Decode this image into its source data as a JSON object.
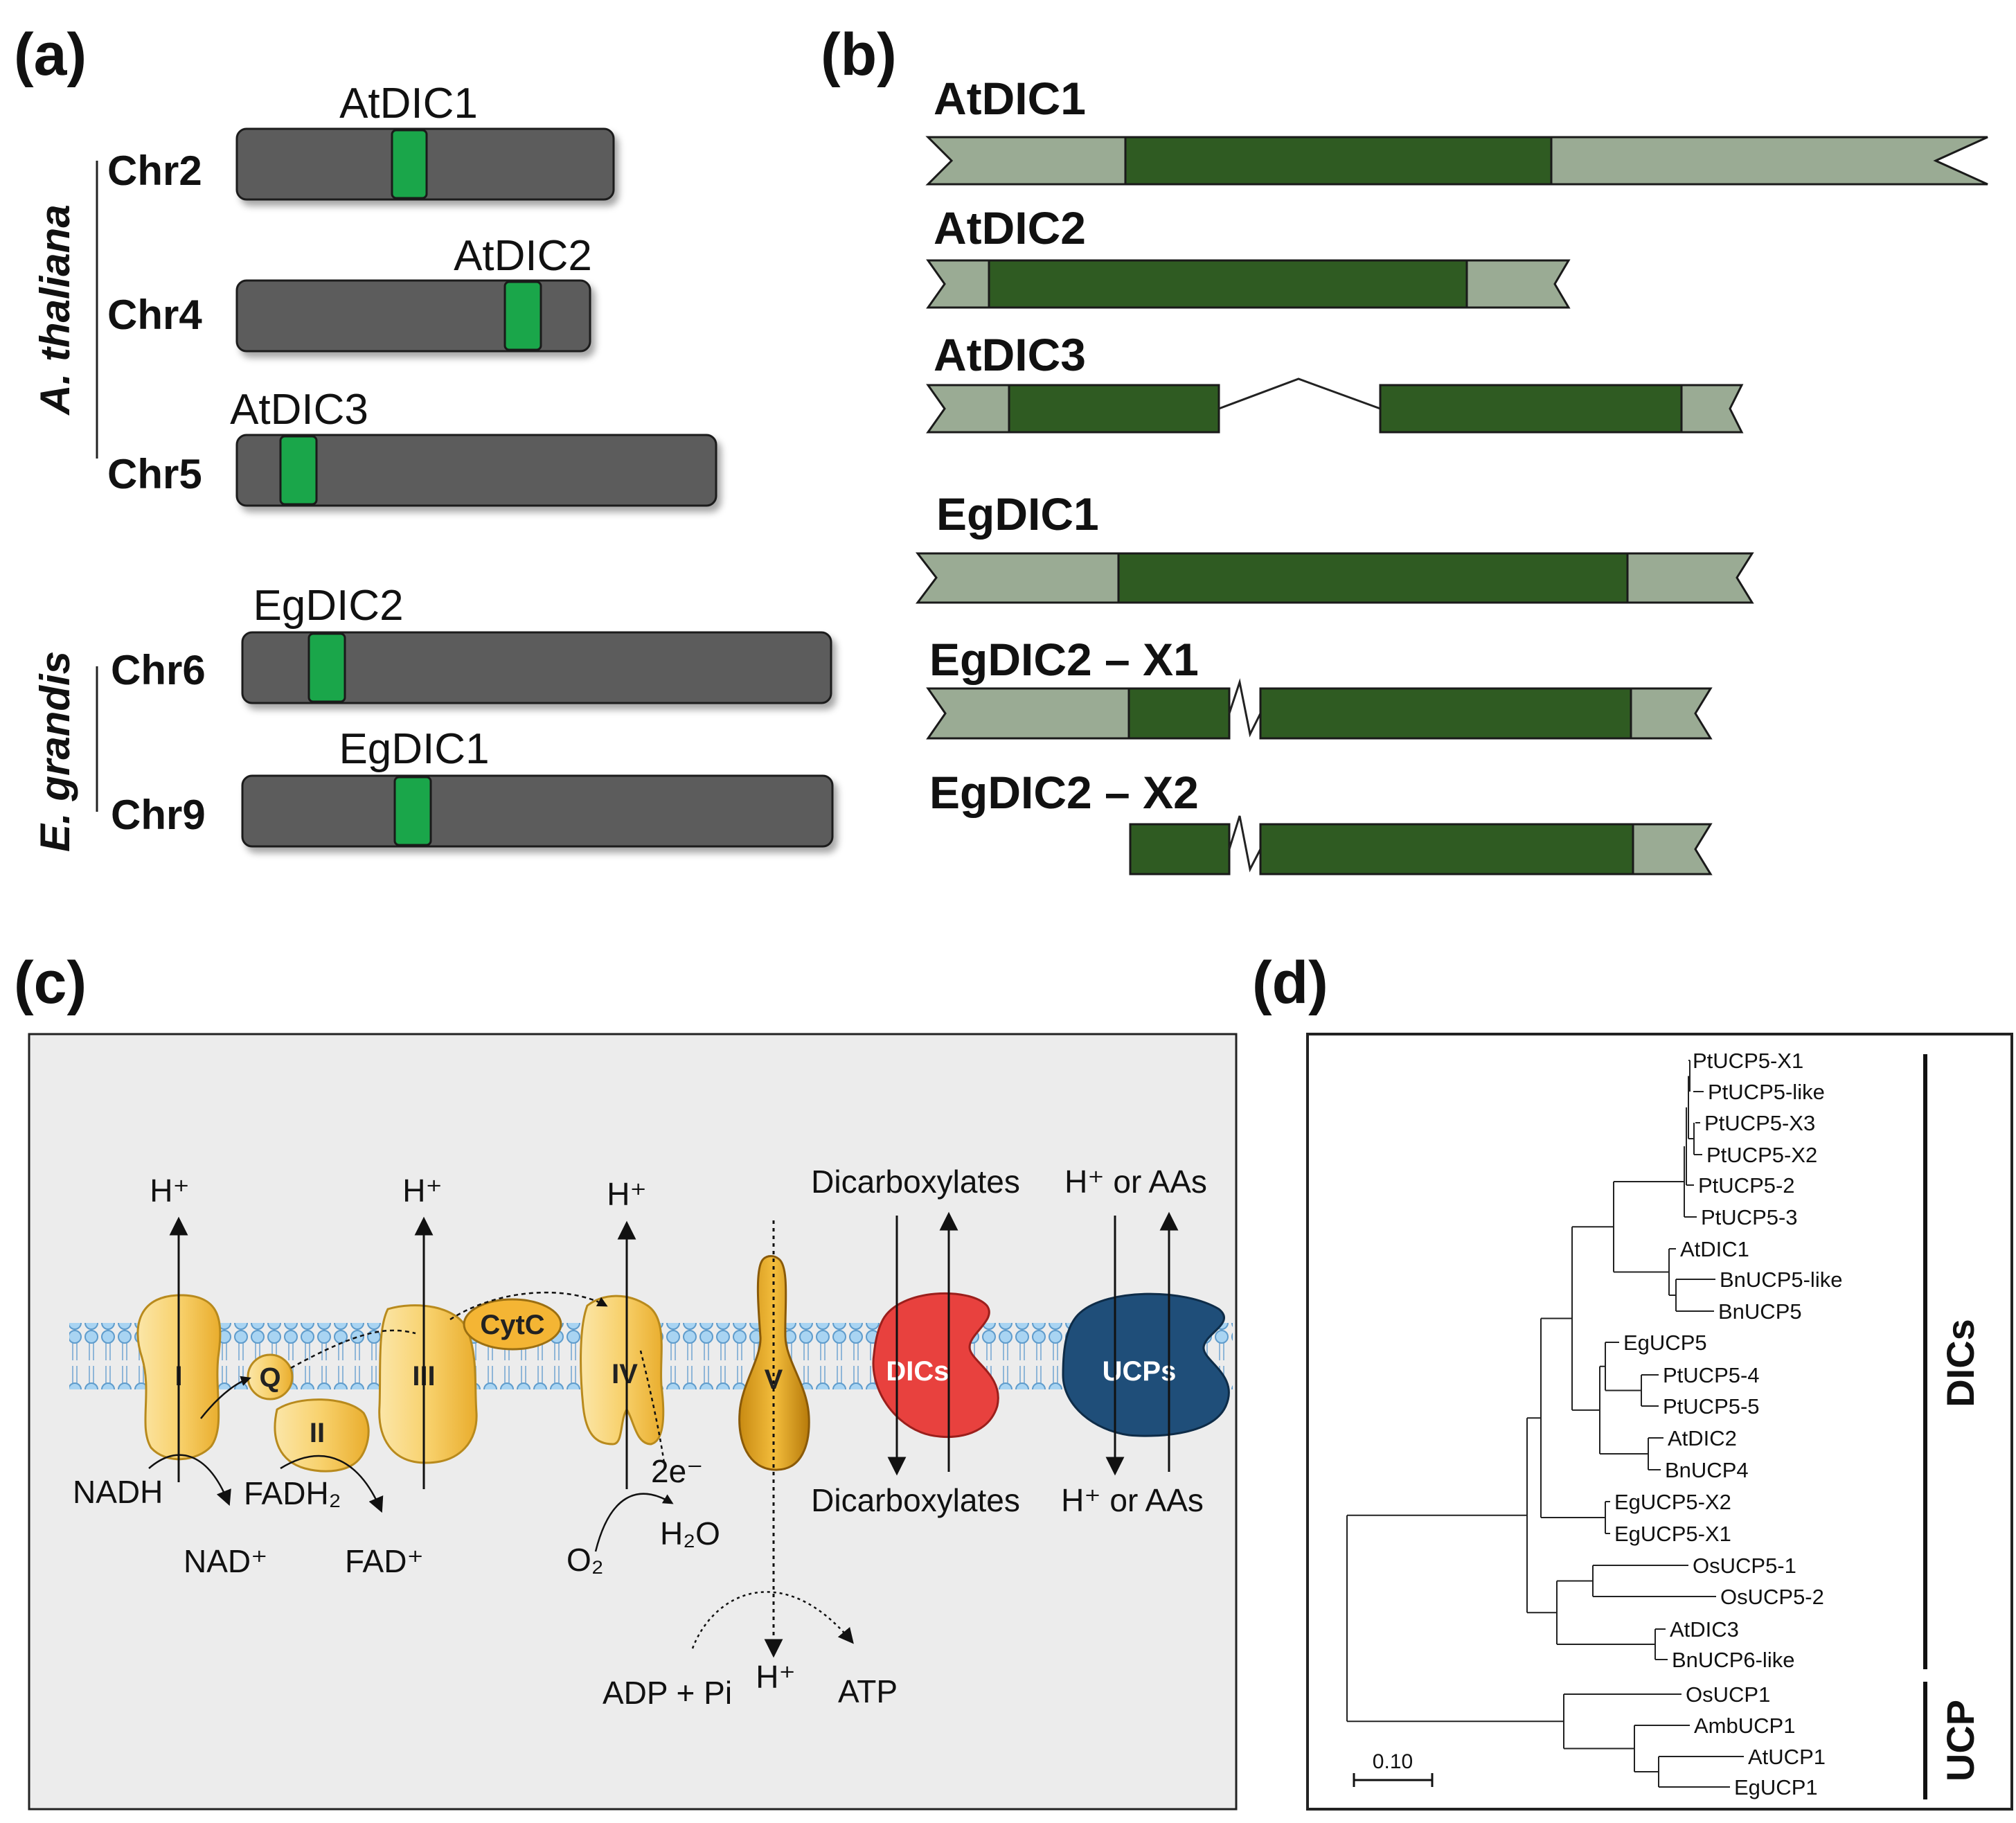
{
  "panels": {
    "a": "(a)",
    "b": "(b)",
    "c": "(c)",
    "d": "(d)"
  },
  "panel_a": {
    "species": [
      "A. thaliana",
      "E. grandis"
    ],
    "chromosomes": [
      {
        "chr": "Chr2",
        "gene": "AtDIC1"
      },
      {
        "chr": "Chr4",
        "gene": "AtDIC2"
      },
      {
        "chr": "Chr5",
        "gene": "AtDIC3"
      },
      {
        "chr": "Chr6",
        "gene": "EgDIC2"
      },
      {
        "chr": "Chr9",
        "gene": "EgDIC1"
      }
    ],
    "colors": {
      "chromosome": "#5a5a5a",
      "gene": "#1aa64a"
    }
  },
  "panel_b": {
    "transcripts": [
      "AtDIC1",
      "AtDIC2",
      "AtDIC3",
      "EgDIC1",
      "EgDIC2 – X1",
      "EgDIC2 – X2"
    ],
    "colors": {
      "utr": "#9aab94",
      "cds": "#2f5b22"
    }
  },
  "panel_c": {
    "complexes": [
      "I",
      "II",
      "III",
      "IV",
      "V"
    ],
    "carriers": {
      "q": "Q",
      "cytc": "CytC",
      "dics": "DICs",
      "ucps": "UCPs"
    },
    "proton": "H⁺",
    "h_labels": [
      "H⁺",
      "H⁺",
      "H⁺",
      "H⁺"
    ],
    "substrates": {
      "nadh": "NADH",
      "nad": "NAD⁺",
      "fadh2": "FADH₂",
      "fad": "FAD⁺",
      "o2": "O₂",
      "h2o": "H₂O",
      "e2": "2e⁻",
      "adp": "ADP + Pi",
      "atp": "ATP",
      "dic_top": "Dicarboxylates",
      "dic_bottom": "Dicarboxylates",
      "ucp_top": "H⁺ or AAs",
      "ucp_bottom": "H⁺ or AAs"
    },
    "colors": {
      "complex": "#f4c24a",
      "dics": "#e8413e",
      "ucps": "#1f4e79",
      "membrane": "#9ec9ea"
    }
  },
  "panel_d": {
    "taxa": [
      "PtUCP5-X1",
      "PtUCP5-like",
      "PtUCP5-X3",
      "PtUCP5-X2",
      "PtUCP5-2",
      "PtUCP5-3",
      "AtDIC1",
      "BnUCP5-like",
      "BnUCP5",
      "EgUCP5",
      "PtUCP5-4",
      "PtUCP5-5",
      "AtDIC2",
      "BnUCP4",
      "EgUCP5-X2",
      "EgUCP5-X1",
      "OsUCP5-1",
      "OsUCP5-2",
      "AtDIC3",
      "BnUCP6-like",
      "OsUCP1",
      "AmbUCP1",
      "AtUCP1",
      "EgUCP1"
    ],
    "groups": [
      "DICs",
      "UCP"
    ],
    "scale": "0.10"
  }
}
